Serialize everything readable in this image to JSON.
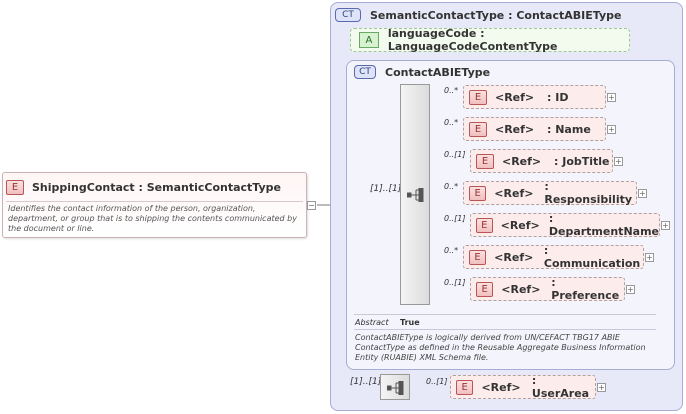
{
  "root": {
    "badge": "E",
    "title": "ShippingContact : SemanticContactType",
    "doc": "Identifies the contact information of the person, organization, department, or group that is to shipping the contents communicated by the document or line."
  },
  "outer_type": {
    "badge": "CT",
    "title": "SemanticContactType : ContactABIEType"
  },
  "attribute": {
    "badge": "A",
    "title": "languageCode : LanguageCodeContentType"
  },
  "inner_type": {
    "badge": "CT",
    "title": "ContactABIEType",
    "sequence_occurrence": "[1]..[1]",
    "children": [
      {
        "badge": "E",
        "ref": "<Ref>",
        "name": ": ID",
        "occ": "0..*"
      },
      {
        "badge": "E",
        "ref": "<Ref>",
        "name": ": Name",
        "occ": "0..*"
      },
      {
        "badge": "E",
        "ref": "<Ref>",
        "name": ": JobTitle",
        "occ": "0..[1]"
      },
      {
        "badge": "E",
        "ref": "<Ref>",
        "name": ": Responsibility",
        "occ": "0..*"
      },
      {
        "badge": "E",
        "ref": "<Ref>",
        "name": ": DepartmentName",
        "occ": "0..[1]"
      },
      {
        "badge": "E",
        "ref": "<Ref>",
        "name": ": Communication",
        "occ": "0..*"
      },
      {
        "badge": "E",
        "ref": "<Ref>",
        "name": ": Preference",
        "occ": "0..[1]"
      }
    ],
    "abstract_label": "Abstract",
    "abstract_value": "True",
    "doc": "ContactABIEType is logically derived from UN/CEFACT TBG17 ABIE ContactType as defined in the Reusable Aggregate Business Information Entity (RUABIE) XML Schema file."
  },
  "extension": {
    "sequence_occurrence": "[1]..[1]",
    "child": {
      "badge": "E",
      "ref": "<Ref>",
      "name": ": UserArea",
      "occ": "0..[1]"
    }
  },
  "expander_symbol": "+",
  "collapse_symbol": "−",
  "colors": {
    "element_fill": "#fcecec",
    "type_panel": "#e8e9f8",
    "attribute_fill": "#f3fbef"
  }
}
